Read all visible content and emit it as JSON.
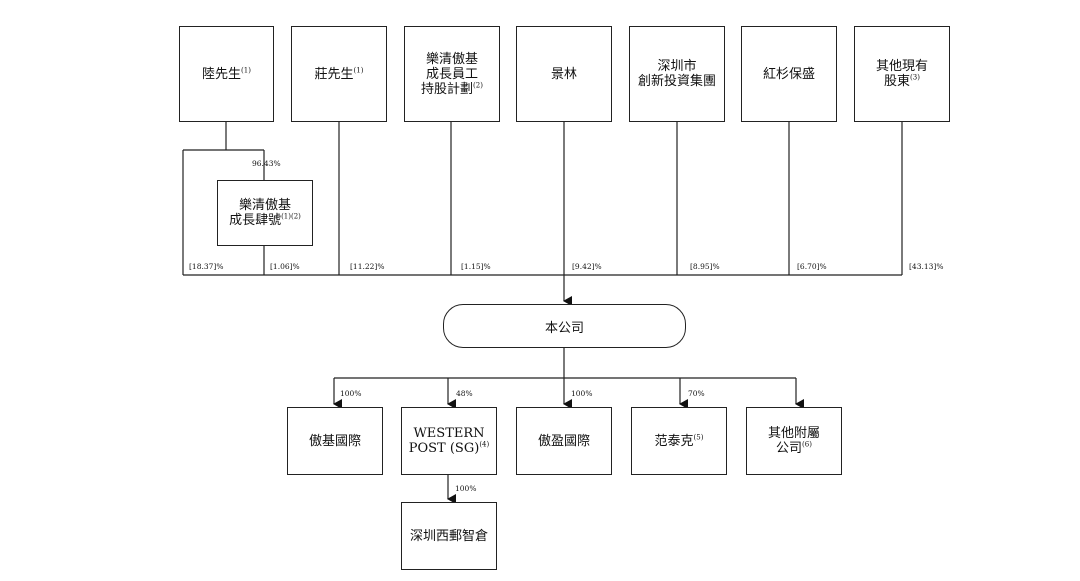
{
  "shareholders": [
    {
      "id": "lu",
      "lines": [
        "陸先生"
      ],
      "note": "(1)"
    },
    {
      "id": "zhuang",
      "lines": [
        "莊先生"
      ],
      "note": "(1)"
    },
    {
      "id": "esop",
      "lines": [
        "樂清傲基",
        "成長員工",
        "持股計劃"
      ],
      "note": "(2)"
    },
    {
      "id": "jinglin",
      "lines": [
        "景林"
      ],
      "note": ""
    },
    {
      "id": "shenzhen",
      "lines": [
        "深圳市",
        "創新投資集團"
      ],
      "note": ""
    },
    {
      "id": "hongshan",
      "lines": [
        "紅杉保盛"
      ],
      "note": ""
    },
    {
      "id": "others",
      "lines": [
        "其他現有",
        "股東"
      ],
      "note": "(3)"
    }
  ],
  "intermediate": {
    "lines": [
      "樂清傲基",
      "成長肆號"
    ],
    "note": "(1)(2)",
    "ownership": "96.43%"
  },
  "shareholding": [
    "[18.37]%",
    "[1.06]%",
    "[11.22]%",
    "[1.15]%",
    "[9.42]%",
    "[8.95]%",
    "[6.70]%",
    "[43.13]%"
  ],
  "company": {
    "label": "本公司"
  },
  "subsidiaries": [
    {
      "id": "aoji",
      "lines": [
        "傲基國際"
      ],
      "note": "",
      "pct": "100%"
    },
    {
      "id": "western",
      "lines": [
        "WESTERN",
        "POST (SG)"
      ],
      "note": "(4)",
      "pct": "48%"
    },
    {
      "id": "aoying",
      "lines": [
        "傲盈國際"
      ],
      "note": "",
      "pct": "100%"
    },
    {
      "id": "fantaike",
      "lines": [
        "范泰克"
      ],
      "note": "(5)",
      "pct": "70%"
    },
    {
      "id": "other_subs",
      "lines": [
        "其他附屬",
        "公司"
      ],
      "note": "(6)",
      "pct": ""
    }
  ],
  "sub_subsidiary": {
    "lines": [
      "深圳西郵智倉"
    ],
    "note": "",
    "pct": "100%"
  }
}
